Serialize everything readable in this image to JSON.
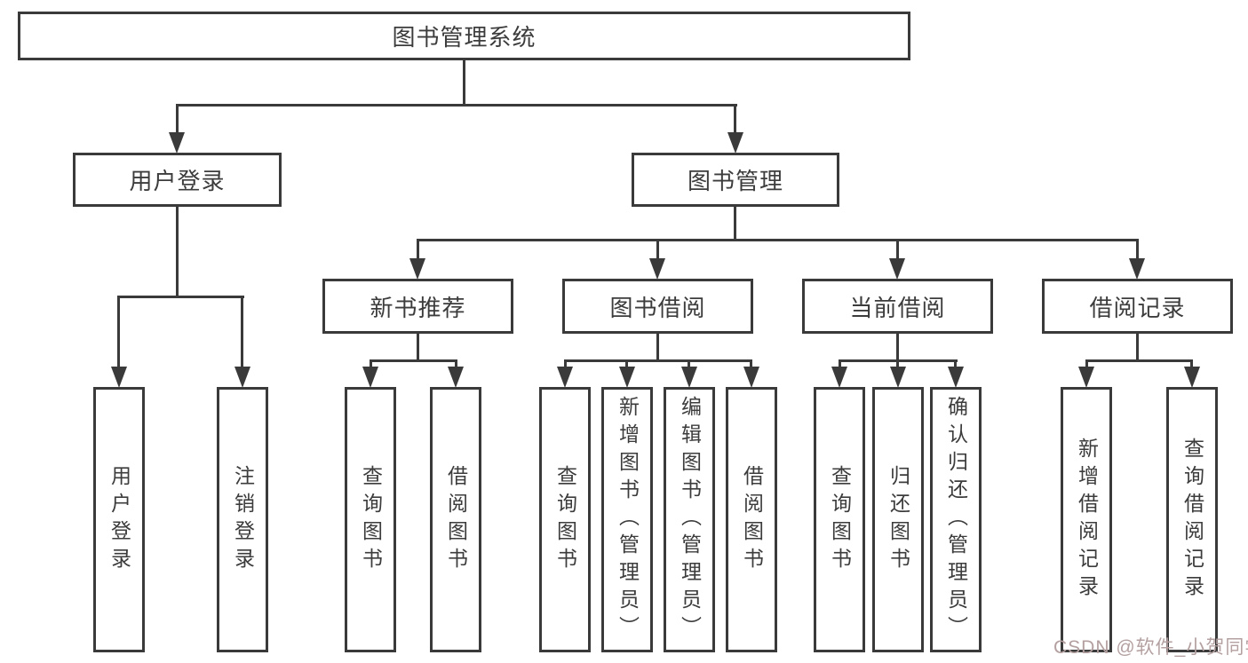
{
  "nodes": {
    "root": "图书管理系统",
    "l2_user_login": "用户登录",
    "l2_book_management": "图书管理",
    "l3_new_book_recommend": "新书推荐",
    "l3_book_borrowing": "图书借阅",
    "l3_current_borrowing": "当前借阅",
    "l3_borrowing_records": "借阅记录",
    "leaf_user_login": "用户登录",
    "leaf_logout": "注销登录",
    "leaf_nbr_query_books": "查询图书",
    "leaf_nbr_borrow_books": "借阅图书",
    "leaf_bb_query_books": "查询图书",
    "leaf_bb_add_books": "新增图书（管理员）",
    "leaf_bb_edit_books": "编辑图书（管理员）",
    "leaf_bb_borrow_books": "借阅图书",
    "leaf_cb_query_books": "查询图书",
    "leaf_cb_return_books": "归还图书",
    "leaf_cb_confirm_return": "确认归还（管理员）",
    "leaf_br_add_record": "新增借阅记录",
    "leaf_br_query_record": "查询借阅记录"
  },
  "watermark": "CSDN @软件_小贺同学",
  "colors": {
    "line": "#3a3a3a",
    "text": "#3c3c3c",
    "watermark": "#b4a0a0",
    "background": "#ffffff"
  }
}
